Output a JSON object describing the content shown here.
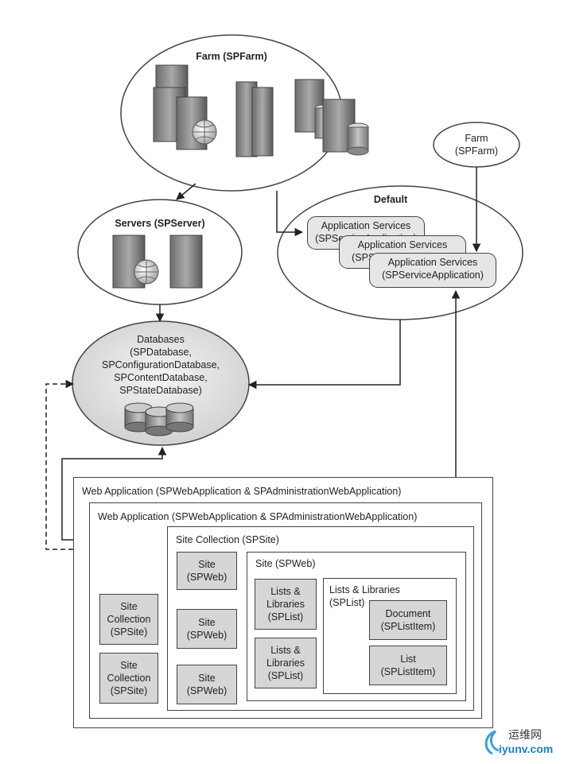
{
  "farm": {
    "title": "Farm (SPFarm)"
  },
  "servers": {
    "title": "Servers (SPServer)"
  },
  "default_group": {
    "title": "Default",
    "services": [
      "Application Services\n(SPServiceApplication)",
      "Application Services\n(SPServiceApplication)",
      "Application Services\n(SPServiceApplication)"
    ]
  },
  "farm_small": {
    "label": "Farm\n(SPFarm)"
  },
  "databases": {
    "label": "Databases\n(SPDatabase,\nSPConfigurationDatabase,\nSPContentDatabase,\nSPStateDatabase)"
  },
  "web_app_outer": {
    "title": "Web Application (SPWebApplication & SPAdministrationWebApplication)"
  },
  "web_app_inner": {
    "title": "Web Application (SPWebApplication & SPAdministrationWebApplication)"
  },
  "site_collection_frame": {
    "title": "Site Collection (SPSite)"
  },
  "site_collections_left": [
    "Site\nCollection\n(SPSite)",
    "Site\nCollection\n(SPSite)"
  ],
  "sites": [
    "Site\n(SPWeb)",
    "Site\n(SPWeb)",
    "Site\n(SPWeb)"
  ],
  "site_web_frame": {
    "title": "Site (SPWeb)"
  },
  "lists": [
    "Lists &\nLibraries\n(SPList)",
    "Lists &\nLibraries\n(SPList)"
  ],
  "lists_frame": {
    "title": "Lists & Libraries\n(SPList)"
  },
  "list_items": [
    "Document\n(SPListItem)",
    "List\n(SPListItem)"
  ],
  "watermark": {
    "text": "运维网",
    "url_text": "iyunv.com"
  }
}
